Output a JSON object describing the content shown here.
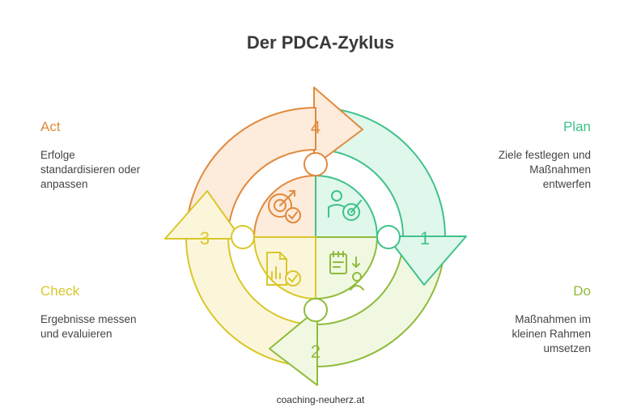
{
  "title": "Der PDCA-Zyklus",
  "footer": "coaching-neuherz.at",
  "colors": {
    "act": "#e08a3c",
    "plan": "#3fc28a",
    "do": "#8ebc3a",
    "check": "#d9c72b"
  },
  "phases": {
    "act": {
      "title": "Act",
      "description": "Erfolge\nstandardisieren oder\nanpassen",
      "number": "4",
      "icon": "target-check-icon"
    },
    "plan": {
      "title": "Plan",
      "description": "Ziele festlegen und\nMaßnahmen\nentwerfen",
      "number": "1",
      "icon": "person-target-icon"
    },
    "do": {
      "title": "Do",
      "description": "Maßnahmen im\nkleinen Rahmen\numsetzen",
      "number": "2",
      "icon": "checklist-person-icon"
    },
    "check": {
      "title": "Check",
      "description": "Ergebnisse messen\nund evaluieren",
      "number": "3",
      "icon": "document-chart-check-icon"
    }
  }
}
